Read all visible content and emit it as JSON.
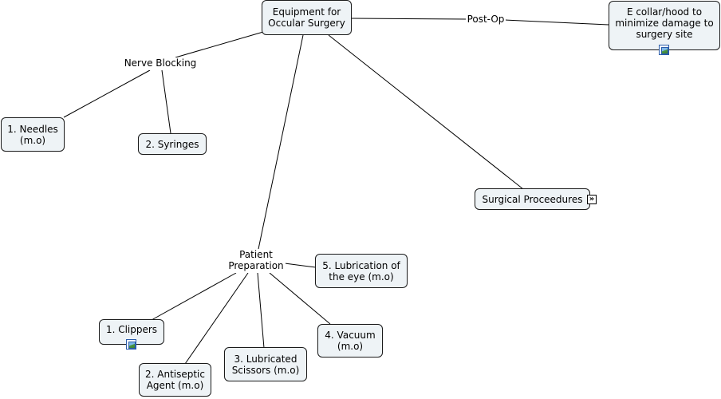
{
  "concept_map": {
    "root": "Equipment for\nOccular Surgery",
    "post_op": {
      "link_label": "Post-Op",
      "node": "E collar/hood to\nminimize damage to\nsurgery site",
      "icon": "image-icon"
    },
    "nerve_blocking": {
      "label": "Nerve Blocking",
      "needles": "1. Needles\n(m.o)",
      "syringes": "2. Syringes"
    },
    "surgical_procedures": {
      "node": "Surgical Proceedures",
      "icon": "expand-icon"
    },
    "patient_preparation": {
      "label": "Patient\nPreparation",
      "clippers": "1. Clippers",
      "clippers_icon": "image-icon",
      "antiseptic": "2. Antiseptic\nAgent (m.o)",
      "scissors": "3. Lubricated\nScissors (m.o)",
      "vacuum": "4. Vacuum\n(m.o)",
      "lubrication": "5. Lubrication of\nthe eye (m.o)"
    }
  },
  "colors": {
    "node_fill": "#eef3f6",
    "node_border": "#1a1a1a",
    "line": "#000000",
    "icon_border": "#2a5caa"
  }
}
